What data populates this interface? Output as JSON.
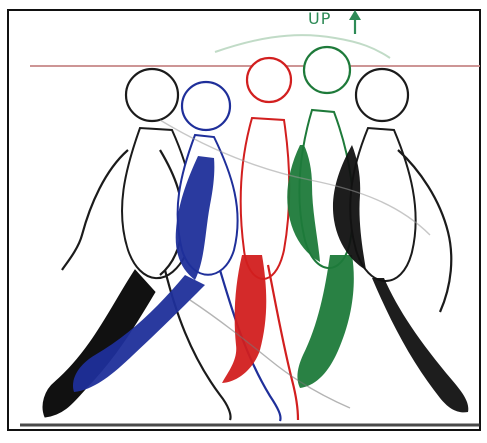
{
  "annotation": {
    "text": "UP",
    "arrow": "up-arrow-icon",
    "color": "#2e8b57"
  },
  "figures": [
    {
      "name": "white-figure-left",
      "outline": "#222222",
      "fill": "#ffffff",
      "accent": "#111111"
    },
    {
      "name": "blue-figure",
      "outline": "#1f2f9a",
      "fill": "#ffffff",
      "accent": "#1f2f9a"
    },
    {
      "name": "red-figure",
      "outline": "#d21f1f",
      "fill": "#ffffff",
      "accent": "#d21f1f"
    },
    {
      "name": "green-figure",
      "outline": "#1e7a3a",
      "fill": "#ffffff",
      "accent": "#1e7a3a"
    },
    {
      "name": "white-figure-right",
      "outline": "#222222",
      "fill": "#ffffff",
      "accent": "#111111"
    }
  ],
  "guides": {
    "top_line_color": "#c88a8a",
    "ground_line_color": "#2b2b2b",
    "frame_color": "#111111"
  }
}
